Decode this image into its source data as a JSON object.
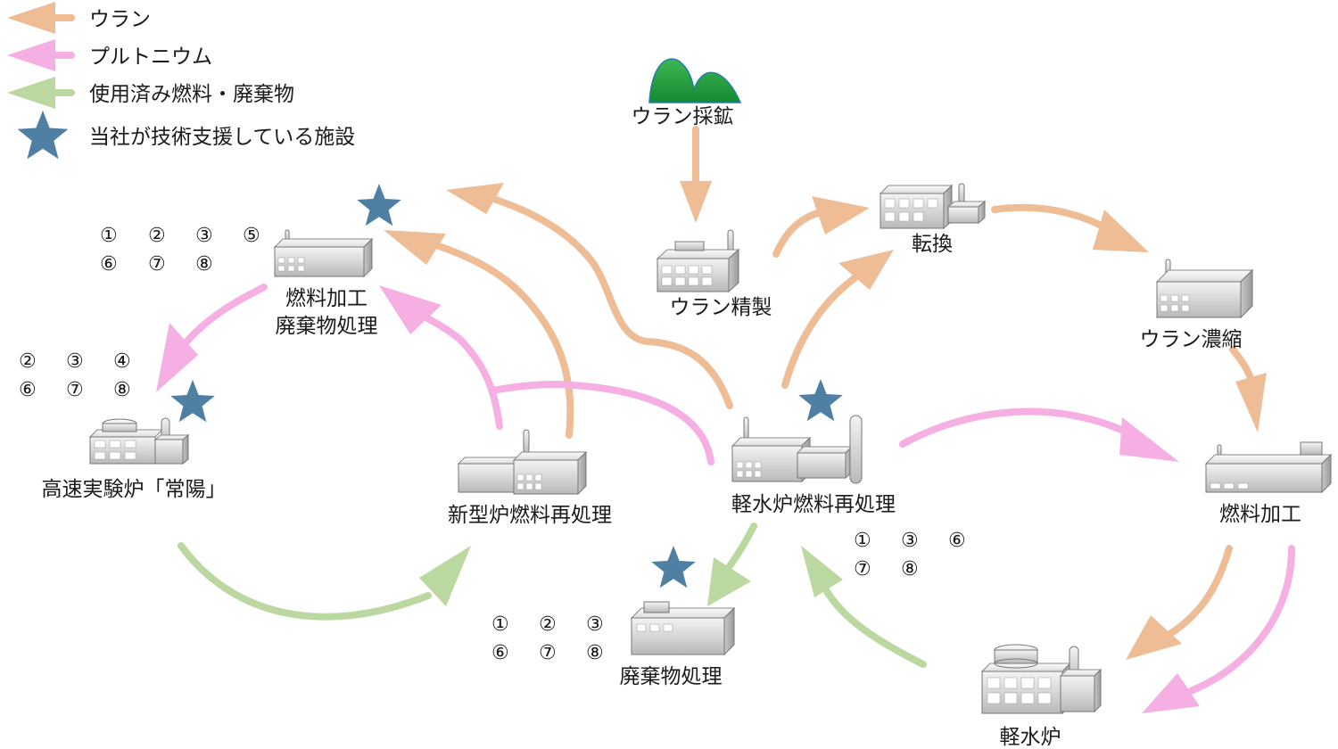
{
  "legend": {
    "uranium": "ウラン",
    "plutonium": "プルトニウム",
    "spent_fuel": "使用済み燃料・廃棄物",
    "support": "当社が技術支援している施設"
  },
  "colors": {
    "uranium": "#eebd96",
    "plutonium": "#f5afe2",
    "spent_fuel": "#bcd8a1",
    "star": "#4f7fa3",
    "mountain": "#2e9b46"
  },
  "facilities": {
    "mining": "ウラン採鉱",
    "refining": "ウラン精製",
    "conversion": "転換",
    "enrichment": "ウラン濃縮",
    "fuel_fab_right": "燃料加工",
    "lwr": "軽水炉",
    "lwr_reprocessing": "軽水炉燃料再処理",
    "waste": "廃棄物処理",
    "new_reprocessing": "新型炉燃料再処理",
    "joyo": "高速実験炉「常陽」",
    "fuel_fab_left_1": "燃料加工",
    "fuel_fab_left_2": "廃棄物処理"
  },
  "numbers": {
    "fab_left_r1": [
      "①",
      "②",
      "③",
      "⑤"
    ],
    "fab_left_r2": [
      "⑥",
      "⑦",
      "⑧"
    ],
    "joyo_r1": [
      "②",
      "③",
      "④"
    ],
    "joyo_r2": [
      "⑥",
      "⑦",
      "⑧"
    ],
    "lwr_rep_r1": [
      "①",
      "③",
      "⑥"
    ],
    "lwr_rep_r2": [
      "⑦",
      "⑧"
    ],
    "waste_r1": [
      "①",
      "②",
      "③"
    ],
    "waste_r2": [
      "⑥",
      "⑦",
      "⑧"
    ]
  }
}
